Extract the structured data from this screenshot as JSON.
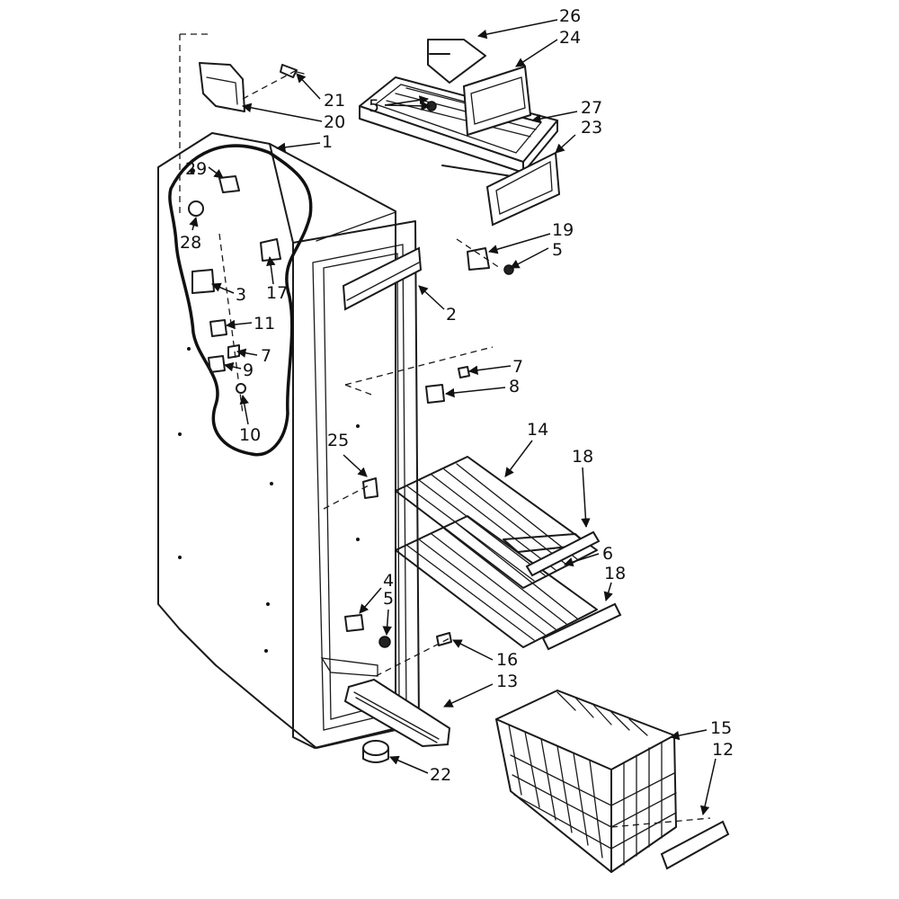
{
  "diagram": {
    "callouts": [
      "1",
      "2",
      "3",
      "4",
      "5",
      "5",
      "5",
      "5",
      "6",
      "7",
      "7",
      "8",
      "9",
      "10",
      "11",
      "12",
      "13",
      "14",
      "15",
      "16",
      "17",
      "18",
      "18",
      "19",
      "20",
      "21",
      "22",
      "23",
      "24",
      "25",
      "26",
      "27",
      "28",
      "29"
    ]
  }
}
